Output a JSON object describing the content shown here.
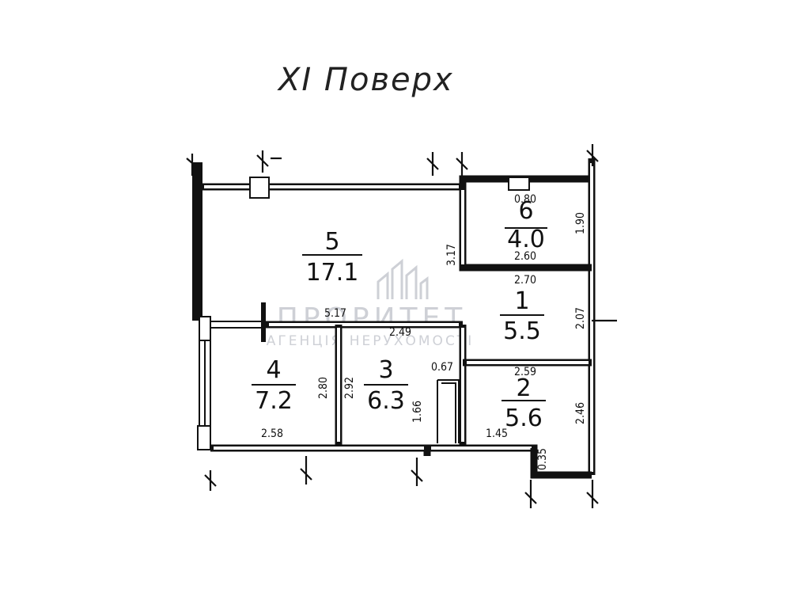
{
  "title": "XI Поверх",
  "watermark": {
    "name": "ПРОРИТЕТ",
    "subtitle": "АГЕНЦІЯ НЕРУХОМОСТІ"
  },
  "rooms": [
    {
      "number": "5",
      "area": "17.1"
    },
    {
      "number": "6",
      "area": "4.0"
    },
    {
      "number": "1",
      "area": "5.5"
    },
    {
      "number": "4",
      "area": "7.2"
    },
    {
      "number": "3",
      "area": "6.3"
    },
    {
      "number": "2",
      "area": "5.6"
    }
  ],
  "dimensions": [
    "0.80",
    "1.90",
    "2.60",
    "3.17",
    "2.70",
    "2.07",
    "5.17",
    "2.49",
    "0.67",
    "2.59",
    "2.80",
    "2.92",
    "1.66",
    "2.46",
    "2.58",
    "1.45",
    "0.35"
  ]
}
